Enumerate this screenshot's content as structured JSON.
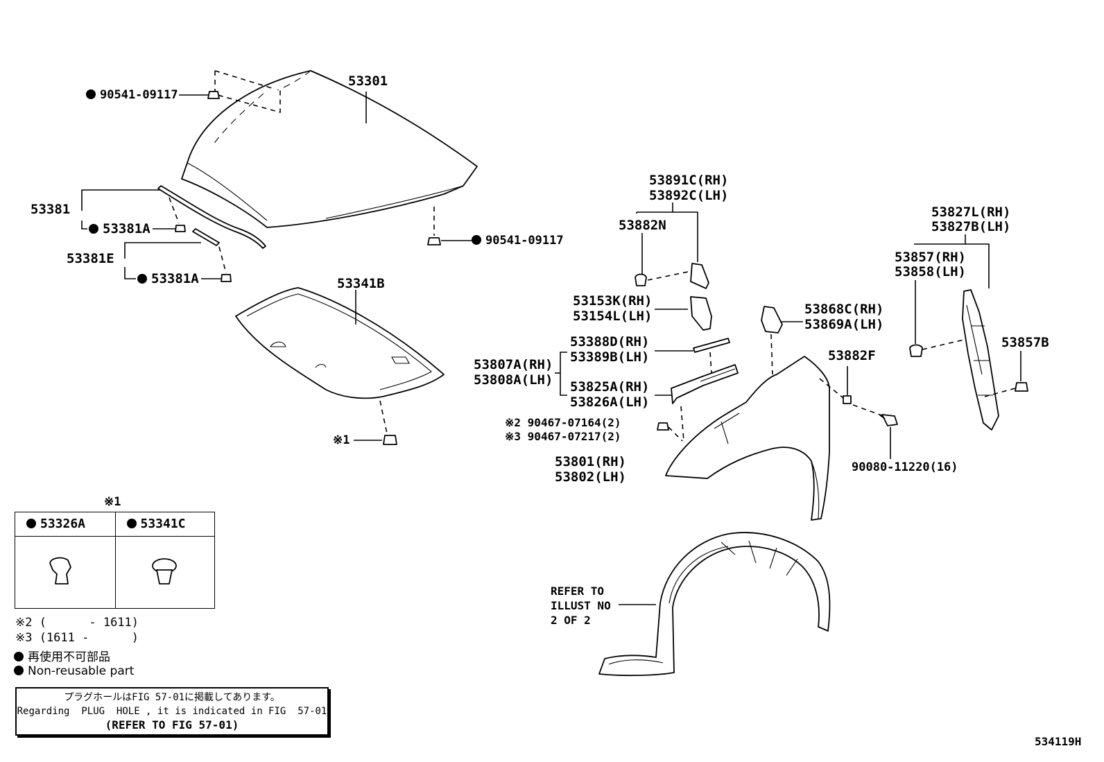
{
  "labels": {
    "hood": "53301",
    "clip_top": "90541-09117",
    "clip_right": "90541-09117",
    "seal_group": "53381",
    "seal_clip_1": "53381A",
    "seal_sub": "53381E",
    "seal_clip_2": "53381A",
    "insulator": "53341B",
    "insulator_clip_mark": "※1",
    "bracket_rh": "53891C(RH)",
    "bracket_lh": "53892C(LH)",
    "clip_882n": "53882N",
    "protector_rh": "53153K(RH)",
    "protector_lh": "53154L(LH)",
    "seal_388_rh": "53388D(RH)",
    "seal_389_lh": "53389B(LH)",
    "support_807_rh": "53807A(RH)",
    "support_808_lh": "53808A(LH)",
    "bracket_825_rh": "53825A(RH)",
    "bracket_826_lh": "53826A(LH)",
    "bolt_2": "※2 90467-07164(2)",
    "bolt_3": "※3 90467-07217(2)",
    "fender_rh": "53801(RH)",
    "fender_lh": "53802(LH)",
    "pad_rh": "53868C(RH)",
    "pad_lh": "53869A(LH)",
    "nut_882f": "53882F",
    "screw": "90080-11220(16)",
    "liner_rh": "53827L(RH)",
    "liner_lh": "53827B(LH)",
    "clip_857_rh": "53857(RH)",
    "clip_858_lh": "53858(LH)",
    "clip_857b": "53857B",
    "refer_1": "REFER TO",
    "refer_2": "ILLUST NO",
    "refer_3": "2 OF 2",
    "figure_code": "534119H"
  },
  "clip_table": {
    "mark": "※1",
    "col1": "53326A",
    "col2": "53341C"
  },
  "legend": {
    "note2": "※2 (      - 1611)",
    "note3": "※3 (1611 -      )",
    "nonreusable_jp": "再使用不可部品",
    "nonreusable_en": "Non-reusable part"
  },
  "note_box": {
    "line_jp": "プラグホールはFIG 57-01に掲載してあります。",
    "line_en": "Regarding  PLUG  HOLE , it is indicated in FIG  57-01",
    "line_ref": "(REFER TO FIG 57-01)"
  }
}
